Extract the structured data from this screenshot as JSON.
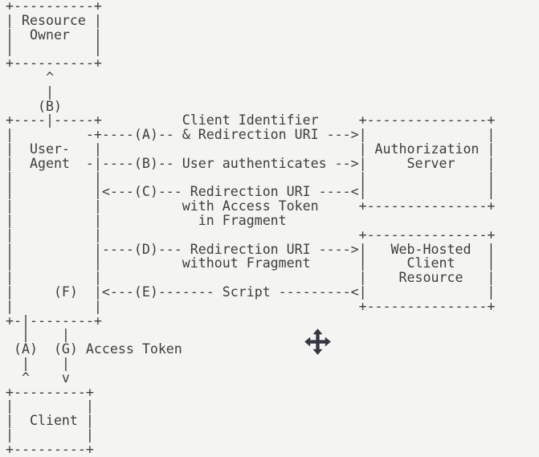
{
  "canvas": {
    "background_color": "#f4f4f2",
    "text_color": "#3d3d3d"
  },
  "cursor": {
    "type": "move",
    "fill_color": "#353841",
    "outline_color": "#fafaf8"
  },
  "diagram": {
    "lines": [
      "+----------+",
      "| Resource |",
      "|  Owner   |",
      "|          |",
      "+----------+",
      "     ^",
      "     |",
      "    (B)",
      "+----|-----+          Client Identifier     +---------------+",
      "|         -+----(A)-- & Redirection URI --->|               |",
      "|  User-   |                                | Authorization |",
      "|  Agent  -|----(B)-- User authenticates -->|     Server    |",
      "|          |                                |               |",
      "|          |<---(C)--- Redirection URI ----<|               |",
      "|          |          with Access Token     +---------------+",
      "|          |            in Fragment",
      "|          |                                +---------------+",
      "|          |----(D)--- Redirection URI ---->|   Web-Hosted  |",
      "|          |          without Fragment      |     Client    |",
      "|          |                                |    Resource   |",
      "|     (F)  |<---(E)------- Script ---------<|               |",
      "|          |                                +---------------+",
      "+-|--------+",
      "  |    |",
      " (A)  (G) Access Token",
      "  |    |",
      "  ^    v",
      "+---------+",
      "|         |",
      "|  Client |",
      "|         |",
      "+---------+"
    ],
    "entities": [
      "Resource Owner",
      "User-Agent",
      "Authorization Server",
      "Web-Hosted Client Resource",
      "Client"
    ],
    "steps": {
      "A": "Client Identifier & Redirection URI",
      "B": "User authenticates",
      "C": "Redirection URI with Access Token in Fragment",
      "D": "Redirection URI without Fragment",
      "E": "Script",
      "F": "",
      "G": "Access Token"
    }
  }
}
